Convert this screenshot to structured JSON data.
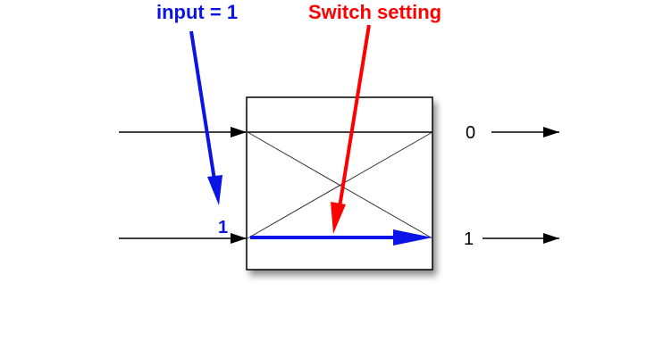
{
  "labels": {
    "input_annotation": "input = 1",
    "switch_annotation": "Switch setting",
    "output_port_top": "0",
    "output_port_bottom": "1",
    "input_value": "1"
  },
  "colors": {
    "input_accent": "#0a14e6",
    "switch_accent": "#ff0000",
    "wire": "#000000",
    "box_fill": "#ffffff"
  }
}
